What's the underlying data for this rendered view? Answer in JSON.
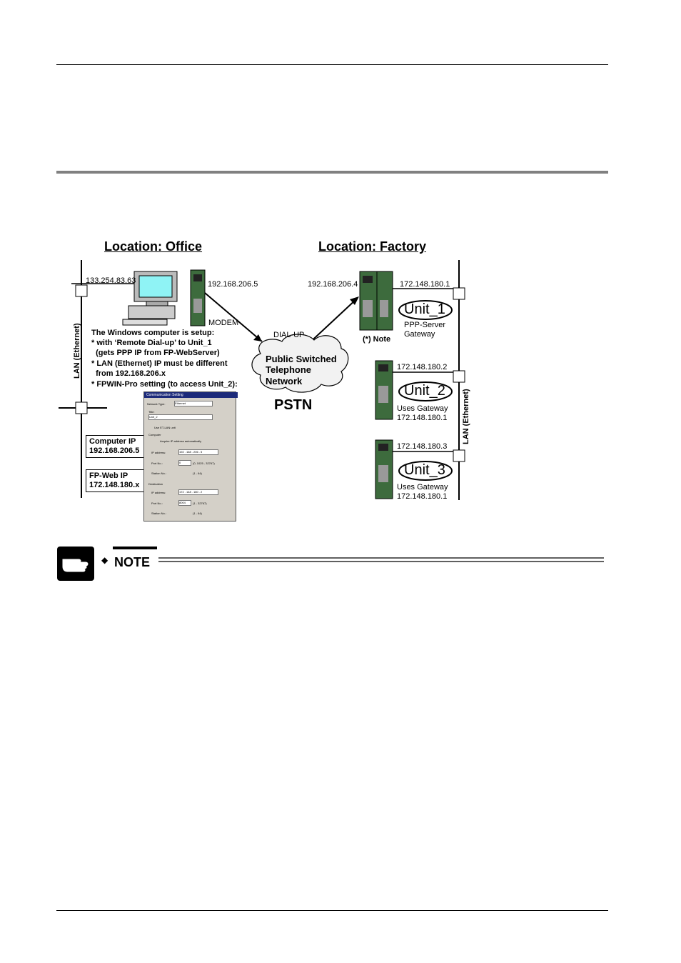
{
  "diagram": {
    "office_title": "Location: Office",
    "factory_title": "Location: Factory",
    "lan_label_left": "LAN (Ethernet)",
    "lan_label_right": "LAN (Ethernet)",
    "office": {
      "pc_ip": "133.254.83.63",
      "fpweb_ip": "192.168.206.5",
      "modem": "MODEM",
      "setup_lines": [
        "The Windows computer is setup:",
        "* with ‘Remote Dial-up’ to Unit_1",
        "  (gets PPP IP from FP-WebServer)",
        "* LAN (Ethernet) IP must be different",
        "  from 192.168.206.x",
        "* FPWIN-Pro setting (to access Unit_2):"
      ],
      "computer_ip_box": {
        "label": "Computer IP",
        "value": "192.168.206.5"
      },
      "fpweb_ip_box": {
        "label": "FP-Web IP",
        "value": "172.148.180.x"
      }
    },
    "dialup": "DIAL-UP",
    "cloud_lines": [
      "Public Switched",
      "Telephone",
      "Network"
    ],
    "pstn": "PSTN",
    "factory": {
      "unit1_left_ip": "192.168.206.4",
      "unit1_right_ip": "172.148.180.1",
      "note": "(*) Note",
      "unit1": {
        "name": "Unit_1",
        "desc1": "PPP-Server",
        "desc2": "Gateway"
      },
      "unit2": {
        "ip": "172.148.180.2",
        "name": "Unit_2",
        "desc1": "Uses Gateway",
        "desc2": "172.148.180.1"
      },
      "unit3": {
        "ip": "172.148.180.3",
        "name": "Unit_3",
        "desc1": "Uses Gateway",
        "desc2": "172.148.180.1"
      }
    },
    "dialog": {
      "title": "Communication Setting",
      "network_type_label": "Network Type:",
      "network_type_value": "Ethernet",
      "title_label": "Title:",
      "title_value": "Unit_2",
      "use_link": "Use ET-LAN unit",
      "computer_group": "Computer",
      "acquire": "Acquire IP address automatically",
      "ip_label": "IP address:",
      "ip_value": "192 . 168 . 206 . 5",
      "port_label": "Port No.:",
      "port_value": "0",
      "port_range": "(0, 1025 - 32767)",
      "station_label": "Station No.:",
      "station_range": "(1 - 64)",
      "dest_group": "Destination",
      "dest_ip_value": "172 . 148 . 180 . 2",
      "dest_port_value": "8004",
      "dest_port_range": "(1 - 32767)",
      "dest_station_range": "(1 - 64)"
    }
  },
  "note": {
    "label": "NOTE"
  }
}
